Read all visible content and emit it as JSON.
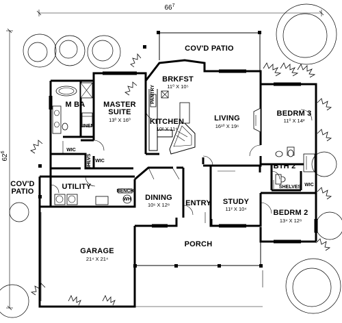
{
  "dimensions": {
    "overall_width": "66",
    "overall_width_sup": "7",
    "overall_depth": "62",
    "overall_depth_sup": "6"
  },
  "rooms": {
    "covd_patio_rear": {
      "label": "COV'D PATIO"
    },
    "brkfst": {
      "label": "BRKFST",
      "size": "11⁰ X 10⁵"
    },
    "master_suite": {
      "label1": "MASTER",
      "label2": "SUITE",
      "size": "13⁰ X 16⁰"
    },
    "m_ba": {
      "label": "M BA"
    },
    "kitchen": {
      "label": "KITCHEN",
      "size": "10² X 11⁶"
    },
    "living": {
      "label": "LIVING",
      "size": "16¹⁰ X 19⁶"
    },
    "bedrm3": {
      "label": "BEDRM 3",
      "size": "11⁰ X 14²"
    },
    "bth2": {
      "label": "BTH 2"
    },
    "covd_patio_side": {
      "label1": "COV'D",
      "label2": "PATIO"
    },
    "utility": {
      "label": "UTILITY"
    },
    "dining": {
      "label": "DINING",
      "size": "10⁶ X 12⁸"
    },
    "entry": {
      "label": "ENTRY"
    },
    "study": {
      "label": "STUDY",
      "size": "11² X 10⁴"
    },
    "bedrm2": {
      "label": "BEDRM 2",
      "size": "13⁴ X 12⁸"
    },
    "garage": {
      "label": "GARAGE",
      "size": "21⁴ X 21⁴"
    },
    "porch": {
      "label": "PORCH"
    }
  },
  "small_labels": {
    "linen": "LINEN",
    "wic_master": "WIC",
    "wic_master2": "WIC",
    "shlvs": "SHLVS",
    "pantry": "PANTRY",
    "bench": "BENCH",
    "wh": "WH",
    "shelves": "SHELVES",
    "wic_bed2": "WIC"
  }
}
